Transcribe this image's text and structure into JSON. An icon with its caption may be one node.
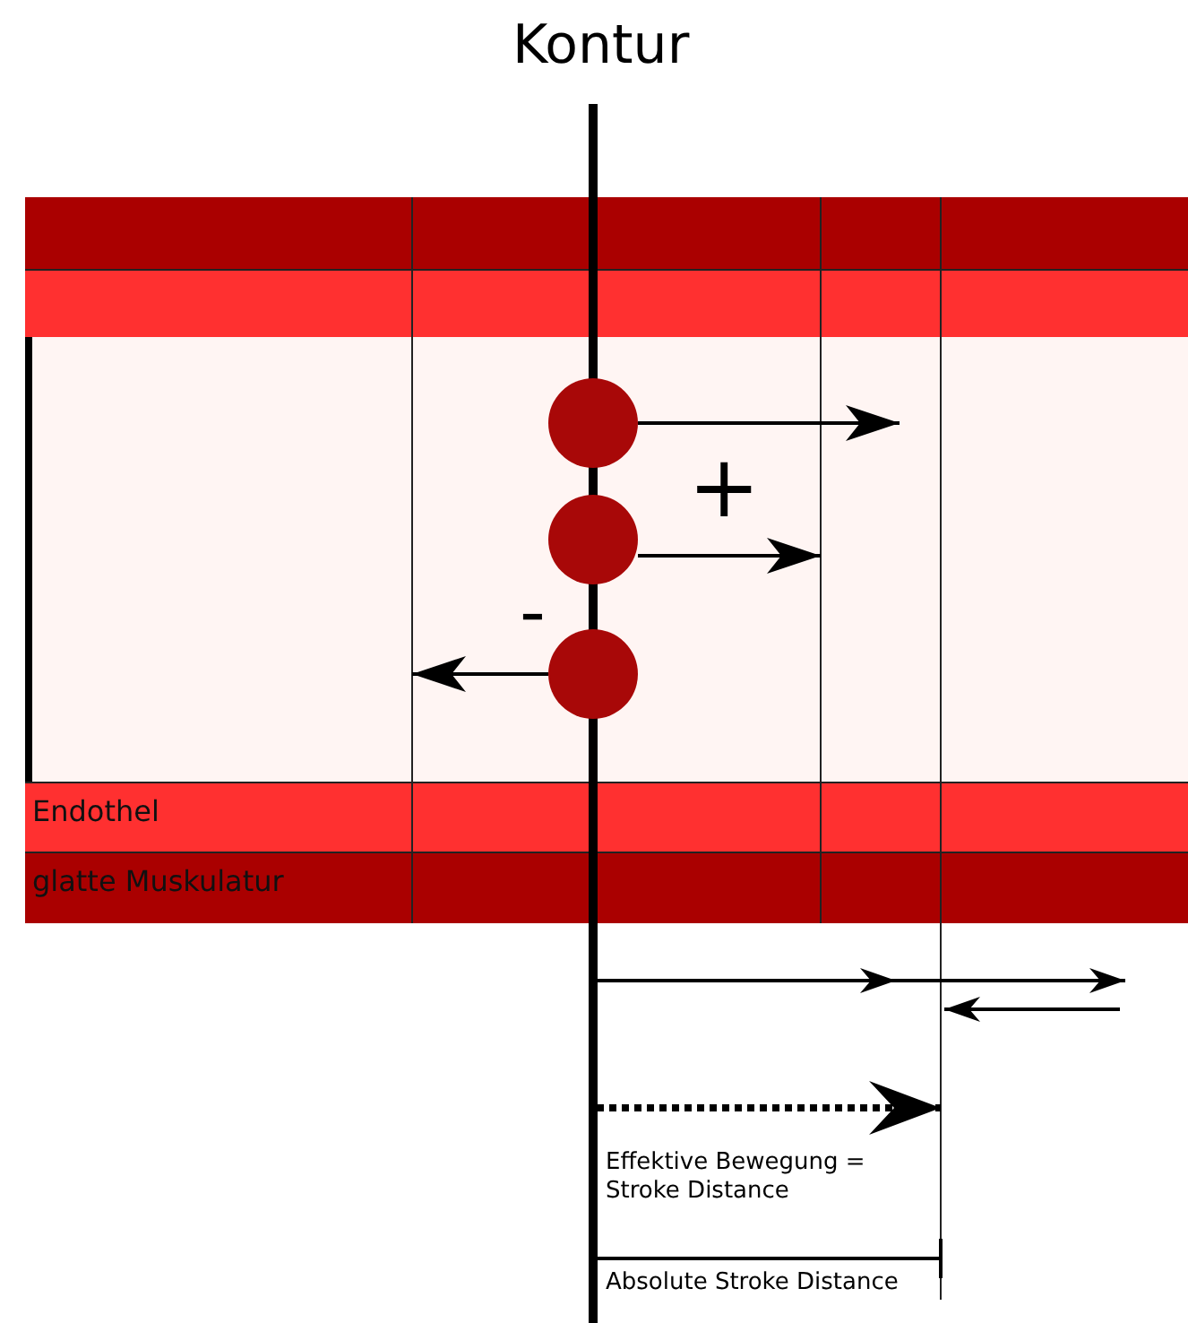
{
  "diagram": {
    "nodes": [
      {
        "text": [],
        "shape": "bar"
      },
      {
        "text": [],
        "shape": "bar"
      },
      {
        "text": [],
        "shape": "circle"
      },
      {
        "text": [],
        "shape": "circle"
      },
      {
        "text": [],
        "shape": "circle"
      },
      {
        "text": [
          "Endothel"
        ]
      },
      {
        "text": [
          "glatte Muskulatur"
        ]
      }
    ],
    "edges": [
      {
        "from": 2,
        "to": null,
        "arrow": "to"
      },
      {
        "from": 3,
        "to": null,
        "arrow": "to"
      },
      {
        "from": 4,
        "to": null,
        "arrow": "to"
      }
    ],
    "labels": [
      "Kontur",
      "+",
      "-",
      "Effektive Bewegung = Stroke Distance",
      "Absolute Stroke Distance"
    ]
  }
}
